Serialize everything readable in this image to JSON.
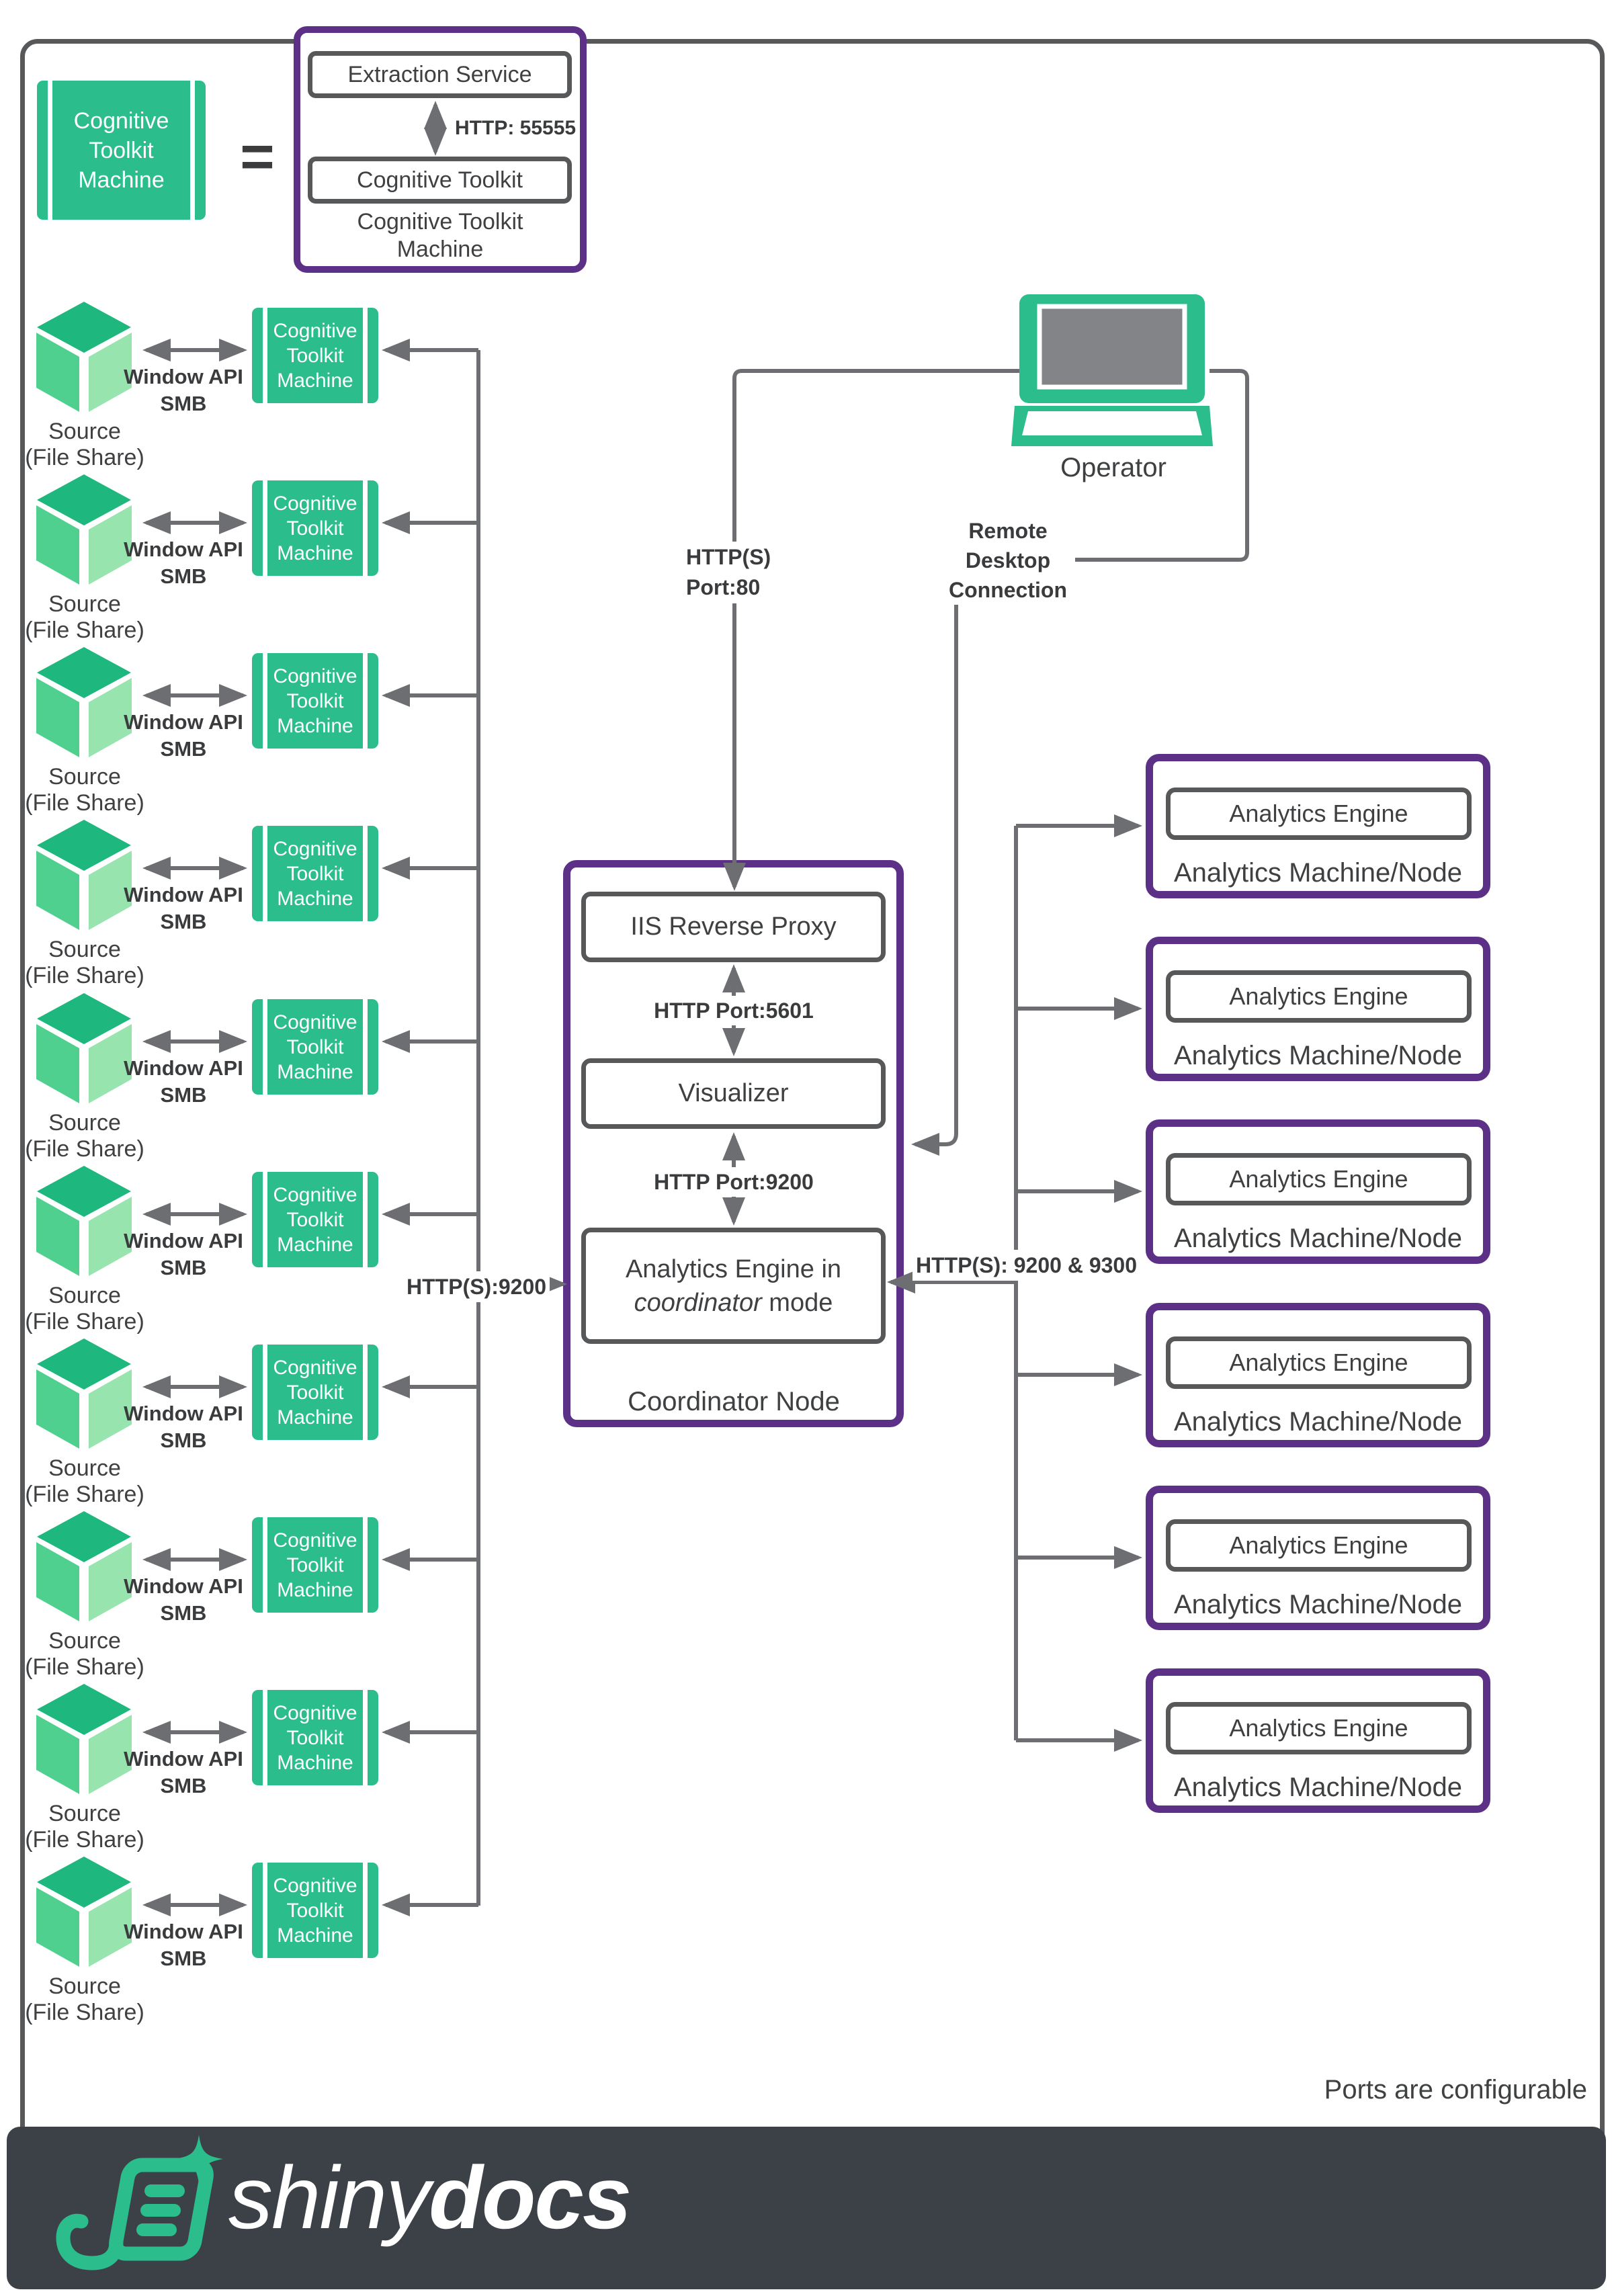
{
  "colors": {
    "green": "#2bbd8b",
    "purple": "#5d3088",
    "border_gray": "#57585a",
    "arrow_gray": "#6d6e71",
    "text": "#3f4042",
    "footer_bg": "#3c4147",
    "cube_top": "#1eb87e",
    "cube_left": "#4fd08e",
    "cube_right": "#97e4ae",
    "laptop_screen_gray": "#828487"
  },
  "legend": {
    "machine_box": {
      "line1": "Cognitive",
      "line2": "Toolkit",
      "line3": "Machine"
    },
    "equals_sign": "=",
    "extraction_service": "Extraction Service",
    "http_label": "HTTP: 55555",
    "cognitive_toolkit": "Cognitive Toolkit",
    "caption_line1": "Cognitive Toolkit",
    "caption_line2": "Machine"
  },
  "sources": {
    "count": 10,
    "smb_line1": "Window API",
    "smb_line2": "SMB",
    "source_line1": "Source",
    "source_line2": "(File Share)",
    "machine_line1": "Cognitive",
    "machine_line2": "Toolkit",
    "machine_line3": "Machine",
    "feed_label": "HTTP(S):9200"
  },
  "operator": {
    "label": "Operator",
    "http_line1": "HTTP(S)",
    "http_line2": "Port:80",
    "rdc_line1": "Remote",
    "rdc_line2": "Desktop",
    "rdc_line3": "Connection"
  },
  "coordinator": {
    "iis": "IIS Reverse Proxy",
    "port_5601": "HTTP Port:5601",
    "visualizer": "Visualizer",
    "port_9200": "HTTP Port:9200",
    "engine_line1": "Analytics Engine in",
    "engine_italic": "coordinator",
    "engine_rest": " mode",
    "caption": "Coordinator Node",
    "right_feed_label": "HTTP(S): 9200 & 9300"
  },
  "analytics": {
    "count": 6,
    "engine_label": "Analytics Engine",
    "machine_label": "Analytics Machine/Node"
  },
  "footer": {
    "note": "Ports are configurable",
    "brand_thin": "shiny",
    "brand_bold": "docs"
  }
}
